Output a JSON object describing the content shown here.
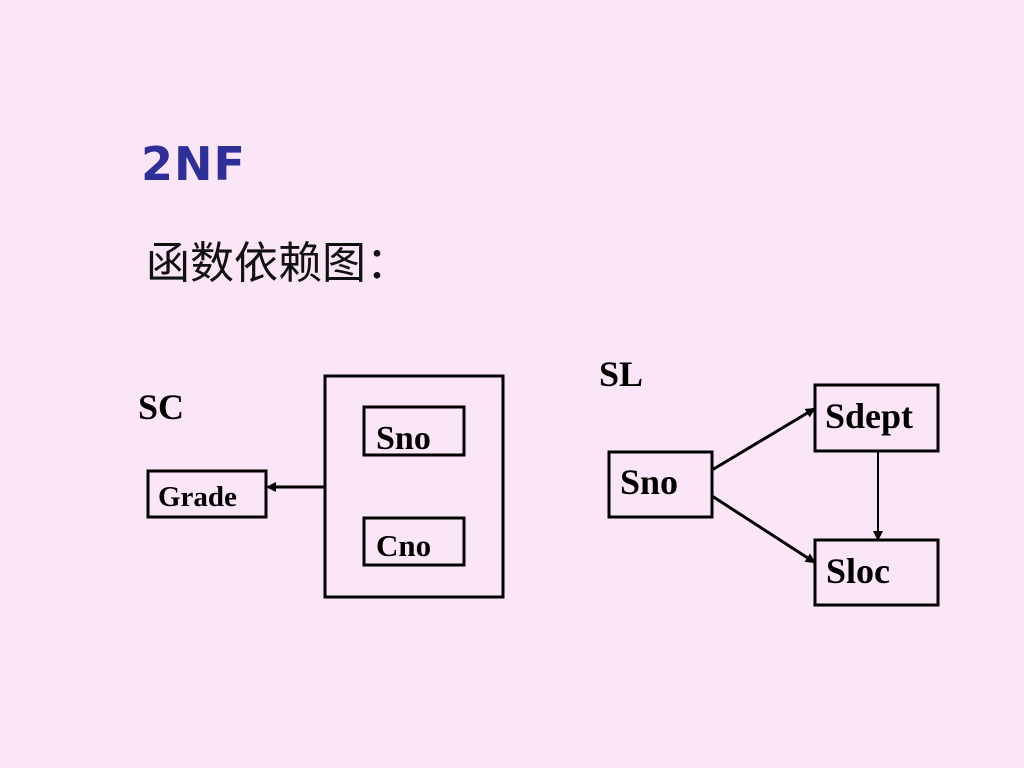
{
  "title": "2NF",
  "subtitle": "函数依赖图：",
  "diagram_sc": {
    "label": "SC",
    "nodes": {
      "grade": "Grade",
      "sno": "Sno",
      "cno": "Cno"
    }
  },
  "diagram_sl": {
    "label": "SL",
    "nodes": {
      "sno": "Sno",
      "sdept": "Sdept",
      "sloc": "Sloc"
    }
  },
  "colors": {
    "background": "#fbe6f7",
    "title": "#2f2f9a",
    "text": "#111111",
    "stroke": "#000000"
  }
}
